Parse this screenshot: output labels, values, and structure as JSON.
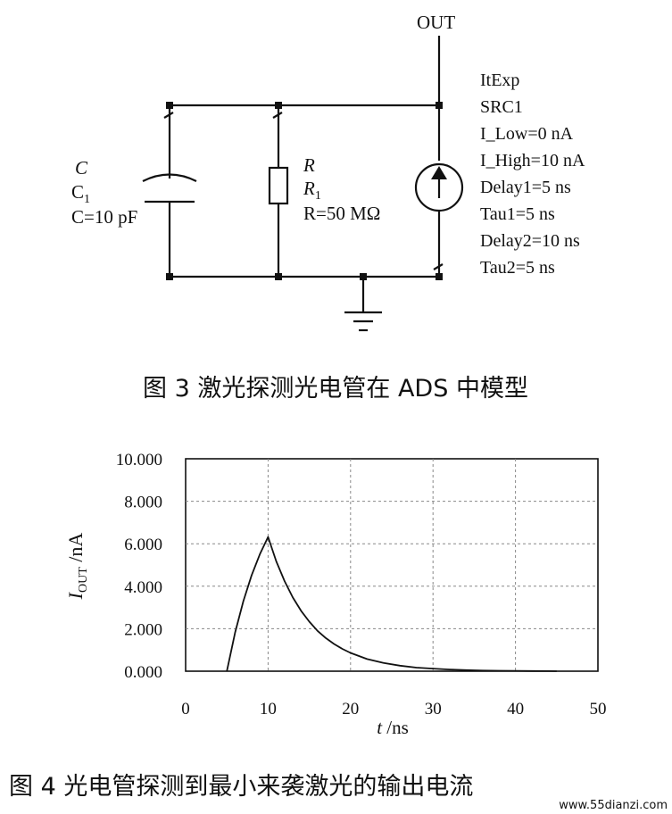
{
  "figure3": {
    "out_label": "OUT",
    "capacitor": {
      "symbol": "C",
      "name": "C",
      "name_sub": "1",
      "value": "C=10 pF"
    },
    "resistor": {
      "symbol": "R",
      "name": "R",
      "name_sub": "1",
      "value": "R=50 MΩ"
    },
    "source_params": [
      "ItExp",
      "SRC1",
      "I_Low=0 nA",
      "I_High=10 nA",
      "Delay1=5 ns",
      "Tau1=5 ns",
      "Delay2=10 ns",
      "Tau2=5 ns"
    ],
    "caption": "图 3   激光探测光电管在 ADS 中模型"
  },
  "figure4": {
    "caption": "图 4   光电管探测到最小来袭激光的输出电流"
  },
  "watermark": "www.55dianzi.com",
  "chart_data": {
    "type": "line",
    "title": "",
    "xlabel": "t /ns",
    "ylabel": "I_OUT /nA",
    "ylabel_main": "I",
    "ylabel_sub": "OUT",
    "ylabel_unit": " /nA",
    "xlabel_main": "t",
    "xlabel_unit": " /ns",
    "xlim": [
      0,
      50
    ],
    "ylim": [
      0,
      10
    ],
    "grid": true,
    "x_ticks": [
      0,
      10,
      20,
      30,
      40,
      50
    ],
    "x_tick_labels": [
      "0",
      "10",
      "20",
      "30",
      "40",
      "50"
    ],
    "y_ticks": [
      0,
      2,
      4,
      6,
      8,
      10
    ],
    "y_tick_labels": [
      "0.000",
      "2.000",
      "4.000",
      "6.000",
      "8.000",
      "10.000"
    ],
    "series": [
      {
        "x": [
          5,
          6,
          7,
          8,
          9,
          10,
          11,
          12,
          13,
          14,
          15,
          16,
          17,
          18,
          19,
          20,
          22,
          24,
          26,
          28,
          30,
          32,
          34,
          36,
          38,
          40,
          42,
          44,
          45
        ],
        "values": [
          0.0,
          1.81,
          3.3,
          4.51,
          5.51,
          6.32,
          5.17,
          4.24,
          3.47,
          2.84,
          2.33,
          1.9,
          1.56,
          1.28,
          1.05,
          0.86,
          0.57,
          0.39,
          0.26,
          0.17,
          0.12,
          0.08,
          0.05,
          0.03,
          0.02,
          0.015,
          0.01,
          0.005,
          0.0
        ]
      }
    ]
  }
}
